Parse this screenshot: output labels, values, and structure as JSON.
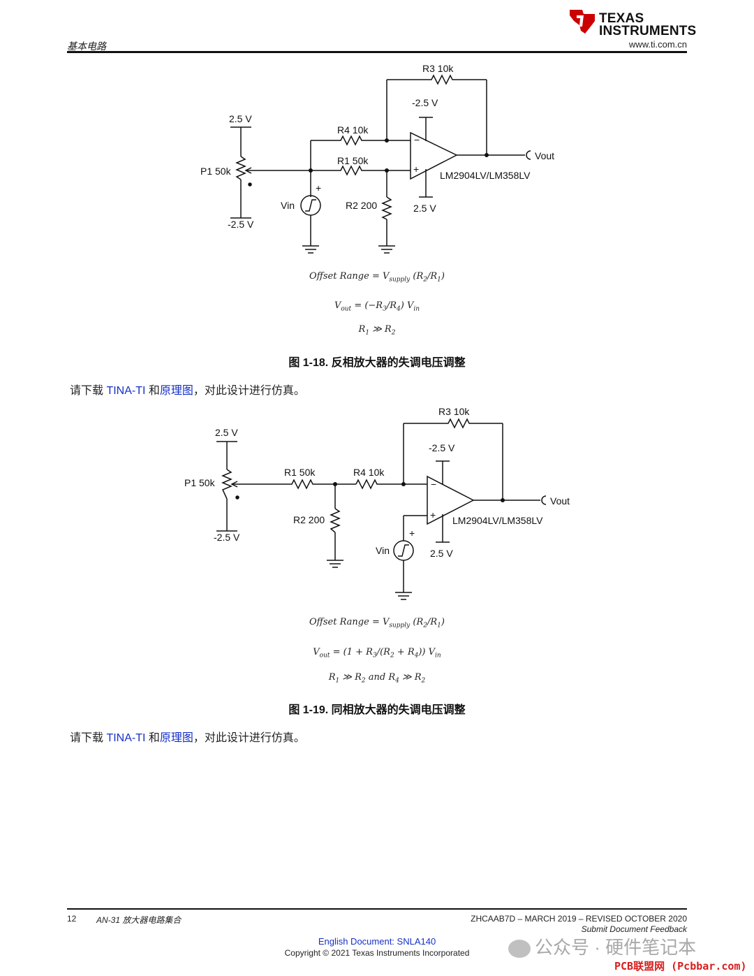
{
  "header": {
    "section_title": "基本电路",
    "company_line1": "TEXAS",
    "company_line2": "INSTRUMENTS",
    "url": "www.ti.com.cn"
  },
  "fig18": {
    "labels": {
      "r3": "R3 10k",
      "neg_supply": "-2.5 V",
      "pos_ref": "2.5 V",
      "r4": "R4 10k",
      "r1": "R1 50k",
      "p1": "P1 50k",
      "vout": "Vout",
      "opamp": "LM2904LV/LM358LV",
      "vin": "Vin",
      "plus": "+",
      "r2": "R2 200",
      "pos_supply": "2.5 V",
      "neg_ref": "-2.5 V"
    },
    "caption": "图 1-18. 反相放大器的失调电压调整"
  },
  "fig19": {
    "labels": {
      "r3": "R3 10k",
      "neg_supply": "-2.5 V",
      "pos_ref": "2.5 V",
      "r1": "R1 50k",
      "r4": "R4 10k",
      "p1": "P1 50k",
      "vout": "Vout",
      "r2": "R2 200",
      "opamp": "LM2904LV/LM358LV",
      "neg_ref": "-2.5 V",
      "vin": "Vin",
      "plus": "+",
      "pos_supply": "2.5 V"
    },
    "caption": "图 1-19. 同相放大器的失调电压调整"
  },
  "para": {
    "prefix": "请下载 ",
    "link1": "TINA-TI",
    "mid": " 和",
    "link2": "原理图",
    "suffix": "，对此设计进行仿真。"
  },
  "footer": {
    "page_number": "12",
    "doc_title": "AN-31 放大器电路集合",
    "doc_info": "ZHCAAB7D – MARCH 2019 – REVISED OCTOBER 2020",
    "feedback": "Submit Document Feedback",
    "english_doc": "English Document: SNLA140",
    "copyright": "Copyright © 2021 Texas Instruments Incorporated",
    "watermark1": "公众号 · 硬件笔记本",
    "watermark2": "PCB联盟网 (Pcbbar.com)"
  },
  "colors": {
    "link": "#1530c8",
    "watermark_red": "#d81e1e"
  }
}
